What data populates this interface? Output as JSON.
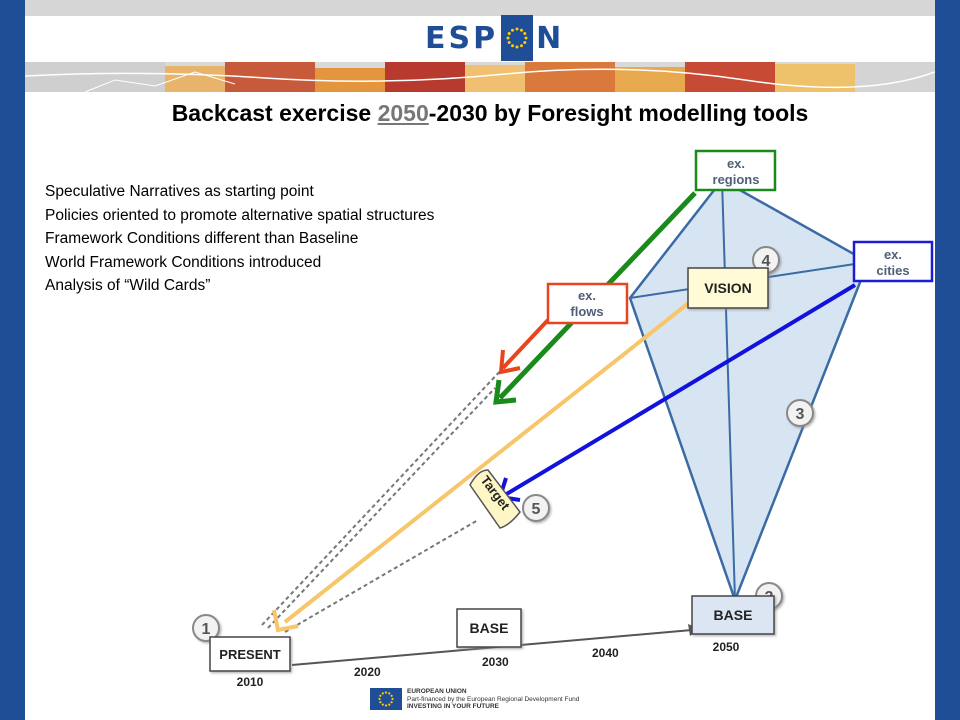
{
  "header": {
    "logo_left": "ESP",
    "logo_right": "N"
  },
  "title": {
    "prefix": "Backcast exercise ",
    "highlight": "2050",
    "suffix": "-2030 by Foresight modelling tools"
  },
  "bullets": [
    "Speculative Narratives as starting point",
    "Policies oriented to promote alternative spatial structures",
    "Framework Conditions different than Baseline",
    "World Framework Conditions introduced",
    "Analysis of “Wild Cards”"
  ],
  "diagram": {
    "nodes": {
      "present": {
        "label": "PRESENT",
        "year": "2010",
        "step": "1"
      },
      "base_end": {
        "label": "BASE",
        "year": "2050",
        "step": "2"
      },
      "base_mid": {
        "label": "BASE"
      },
      "vision": {
        "label": "VISION",
        "step": "4"
      },
      "diamond_step": "3",
      "target": {
        "label": "Target",
        "step": "5"
      }
    },
    "timeline": [
      "2020",
      "2030",
      "2040"
    ],
    "boxes": {
      "regions": {
        "line1": "ex.",
        "line2": "regions",
        "color": "#1a8a1a"
      },
      "cities": {
        "line1": "ex.",
        "line2": "cities",
        "color": "#1c1cd6"
      },
      "flows": {
        "line1": "ex.",
        "line2": "flows",
        "color": "#e8441f"
      }
    },
    "arrow_colors": {
      "green": "#1a8a1a",
      "blue": "#1212dd",
      "red": "#e8441f",
      "orange": "#f7c66a"
    }
  },
  "footer": {
    "line1": "EUROPEAN UNION",
    "line2": "Part-financed by the European Regional Development Fund",
    "line3": "INVESTING IN YOUR FUTURE"
  }
}
